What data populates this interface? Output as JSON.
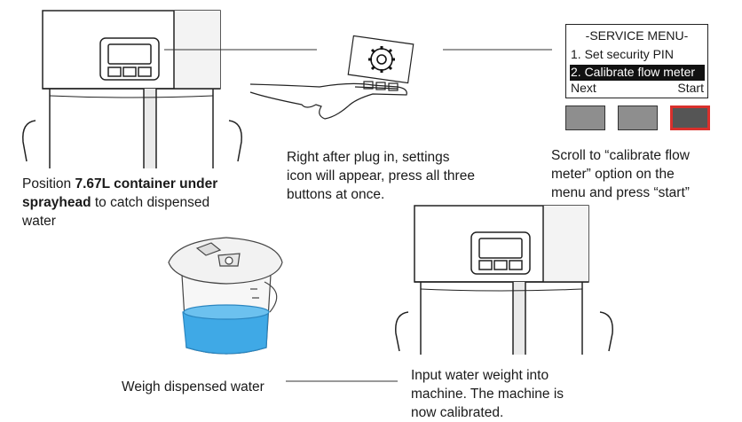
{
  "steps": {
    "step1": {
      "prefix": "Position ",
      "bold1": "7.67L container under",
      "bold2": "sprayhead",
      "suffix": " to catch dispensed",
      "line3": "water"
    },
    "step2": {
      "line1": "Right after plug in, settings",
      "line2": "icon will appear, press all three",
      "line3": "buttons at once."
    },
    "step3": {
      "line1": "Scroll to “calibrate flow",
      "line2": "meter” option on the",
      "line3": "menu and press “start”"
    },
    "step4": {
      "text": "Weigh dispensed water"
    },
    "step5": {
      "line1": "Input water weight into",
      "line2": "machine. The machine is",
      "line3": "now calibrated."
    }
  },
  "service_menu": {
    "title": "-SERVICE MENU-",
    "item1": "1. Set security PIN",
    "item2": "2. Calibrate flow meter",
    "next": "Next",
    "start": "Start"
  },
  "colors": {
    "water": "#3fa9e6",
    "start_button_border": "#d9302c",
    "button_gray": "#8e8e8e"
  },
  "icons": [
    "settings-gear-icon",
    "pointing-hand-icon",
    "dispenser-machine",
    "measuring-container"
  ]
}
